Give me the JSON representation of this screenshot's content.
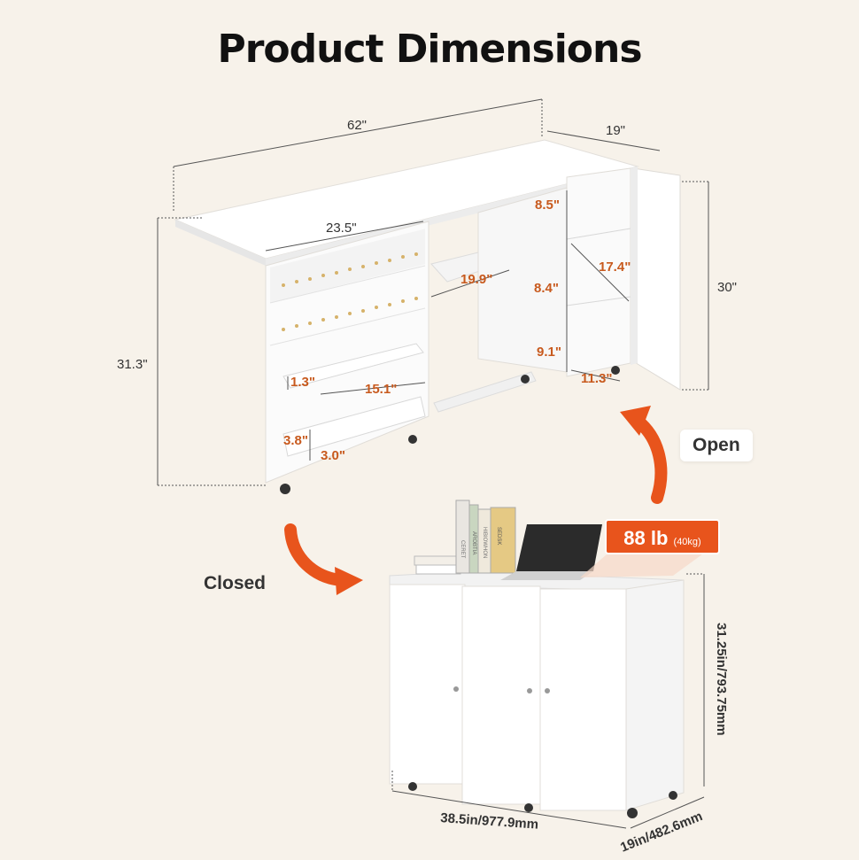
{
  "title": "Product Dimensions",
  "open_label": "Open",
  "closed_label": "Closed",
  "weight": {
    "value": "88 lb",
    "metric": "(40kg)"
  },
  "open_dims": {
    "length": "62\"",
    "depth": "19\"",
    "height_left": "31.3\"",
    "height_right": "30\"",
    "drawer_width": "23.5\"",
    "shelf_width": "19.9\"",
    "top_shelf": "8.5\"",
    "mid_shelf": "8.4\"",
    "bottom_shelf": "9.1\"",
    "shelf_diag": "17.4\"",
    "shelf_depth": "11.3\"",
    "tray_depth": "1.3\"",
    "tray_width": "15.1\"",
    "bin_height": "3.8\"",
    "bin_depth": "3.0\""
  },
  "closed_dims": {
    "width": "38.5in/977.9mm",
    "depth": "19in/482.6mm",
    "height": "31.25in/793.75mm"
  },
  "colors": {
    "accent": "#e8541c",
    "background": "#f7f2ea",
    "cabinet": "#ffffff"
  },
  "icons": [
    "arrow-open-icon",
    "arrow-closed-icon",
    "laptop-icon",
    "books-icon"
  ],
  "book_spines": [
    "CERET",
    "AROBTIA",
    "HIBIOWHON",
    "SEDSK"
  ]
}
